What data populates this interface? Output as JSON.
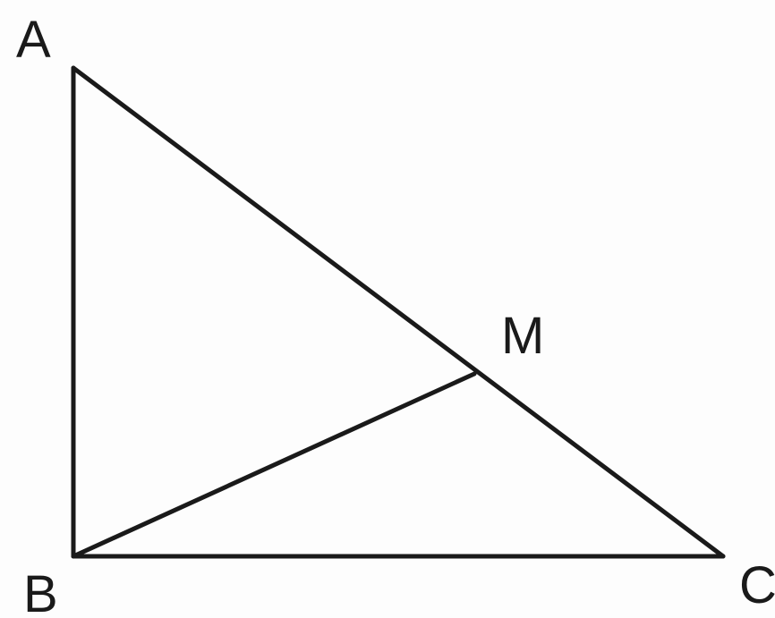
{
  "diagram": {
    "labels": {
      "a": "A",
      "b": "B",
      "c": "C",
      "m": "M"
    },
    "colors": {
      "line": "#1a1a1a",
      "background": "#fdfdfd"
    }
  }
}
